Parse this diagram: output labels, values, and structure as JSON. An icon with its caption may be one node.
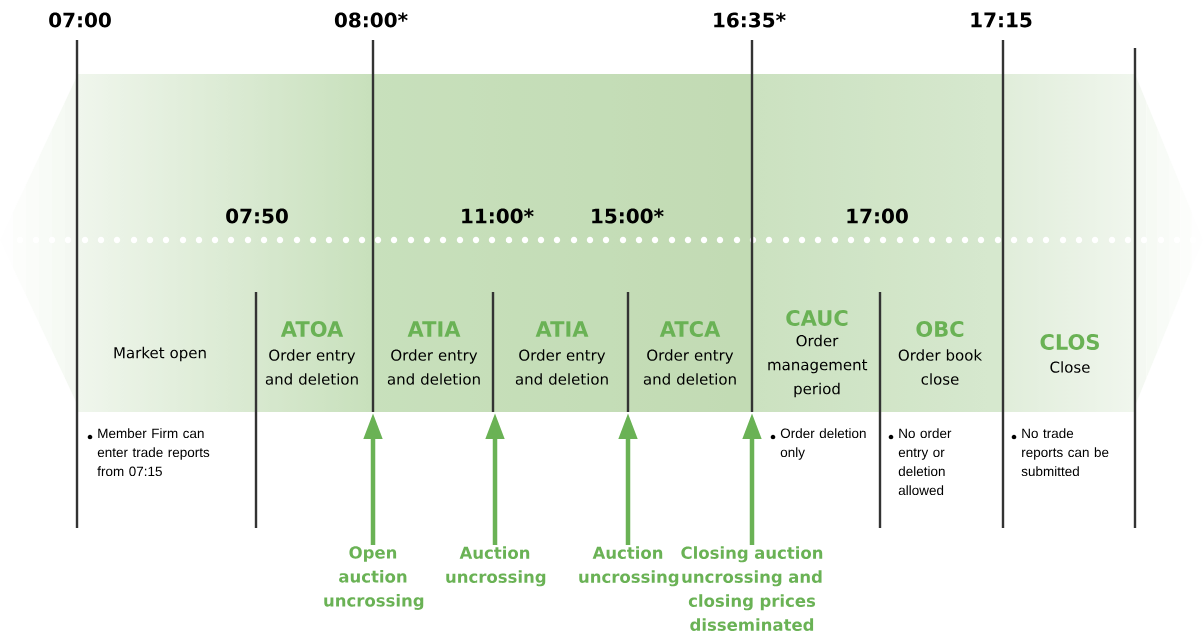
{
  "diagram": {
    "nodes": [
      {
        "text": [
          "Open auction uncrossing"
        ]
      },
      {
        "text": [
          "Auction uncrossing"
        ]
      },
      {
        "text": [
          "Auction uncrossing"
        ]
      },
      {
        "text": [
          "Closing auction uncrossing and closing prices disseminated"
        ]
      }
    ],
    "edges": [
      {
        "from": 0,
        "to": null,
        "arrow": "to"
      },
      {
        "from": 1,
        "to": null,
        "arrow": "to"
      },
      {
        "from": 2,
        "to": null,
        "arrow": "to"
      },
      {
        "from": 3,
        "to": null,
        "arrow": "to"
      }
    ],
    "labels": [
      "07:00",
      "08:00*",
      "16:35*",
      "17:15",
      "07:50",
      "11:00*",
      "15:00*",
      "17:00",
      "Market open",
      "ATOA",
      "Order entry and deletion",
      "ATIA",
      "Order entry and deletion",
      "ATIA",
      "Order entry and deletion",
      "ATCA",
      "Order entry and deletion",
      "CAUC",
      "Order management period",
      "OBC",
      "Order book close",
      "CLOS",
      "Close",
      "Member Firm can enter trade reports from 07:15",
      "Order deletion only",
      "No order entry or deletion allowed",
      "No trade reports can be submitted"
    ]
  }
}
